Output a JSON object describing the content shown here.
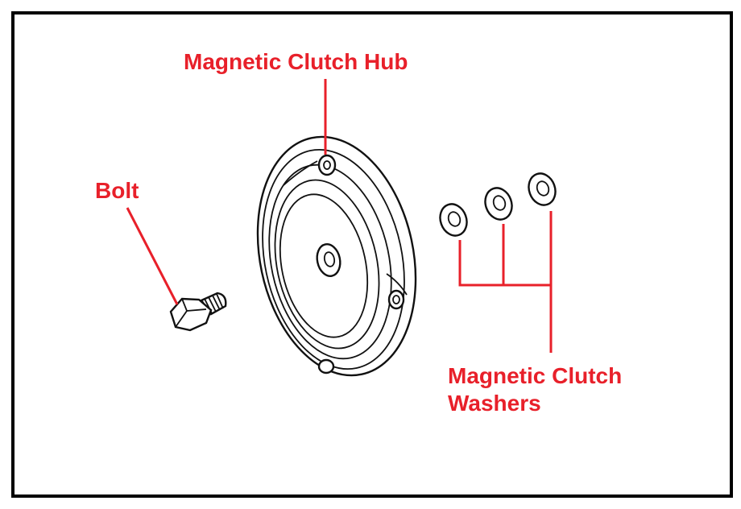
{
  "colors": {
    "label": "#e8202a",
    "leader": "#e8202a",
    "frame": "#000000",
    "linework": "#111111"
  },
  "labels": {
    "hub": "Magnetic Clutch Hub",
    "bolt": "Bolt",
    "washers_line1": "Magnetic Clutch",
    "washers_line2": "Washers"
  }
}
